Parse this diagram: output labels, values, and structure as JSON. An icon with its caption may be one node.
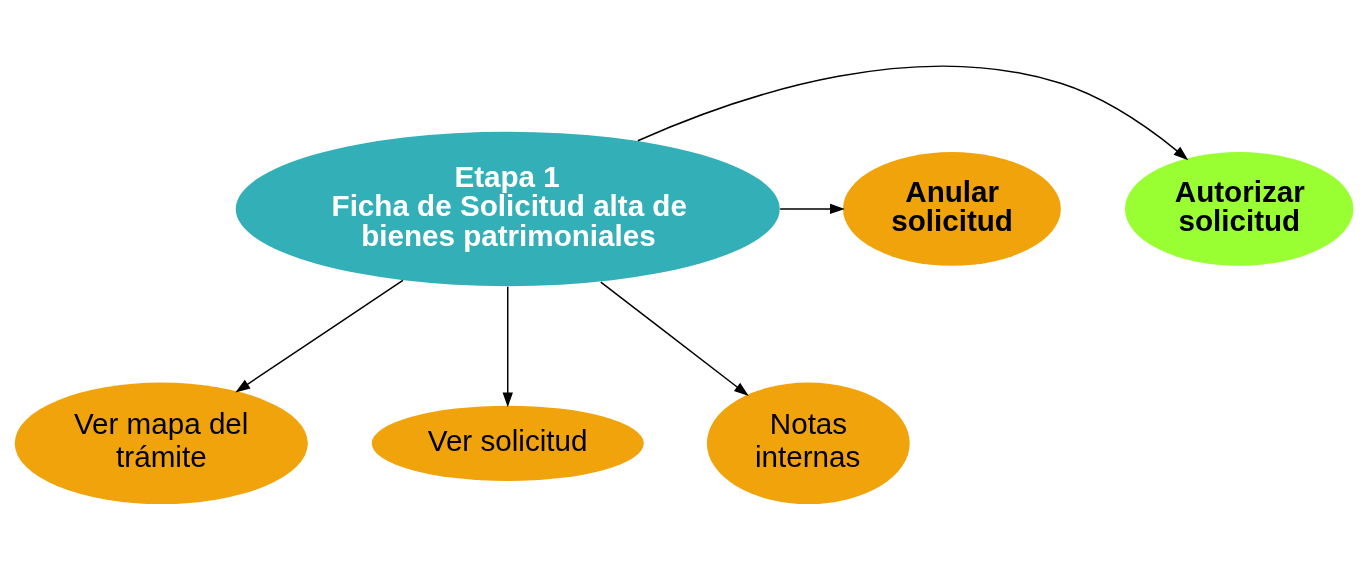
{
  "diagram": {
    "nodes": [
      {
        "text": [
          "Etapa 1",
          "Ficha de Solicitud alta de bienes patrimoniales"
        ]
      },
      {
        "text": [
          "Autorizar solicitud"
        ]
      },
      {
        "text": [
          "Anular solicitud"
        ]
      },
      {
        "text": [
          "Ver mapa del trámite"
        ]
      },
      {
        "text": [
          "Ver solicitud"
        ]
      },
      {
        "text": [
          "Notas internas"
        ]
      }
    ],
    "edges": [
      {
        "from": 0,
        "to": 1,
        "arrow": "to"
      },
      {
        "from": 0,
        "to": 2,
        "arrow": "to"
      },
      {
        "from": 0,
        "to": 3,
        "arrow": "to"
      },
      {
        "from": 0,
        "to": 4,
        "arrow": "to"
      },
      {
        "from": 0,
        "to": 5,
        "arrow": "to"
      }
    ]
  }
}
